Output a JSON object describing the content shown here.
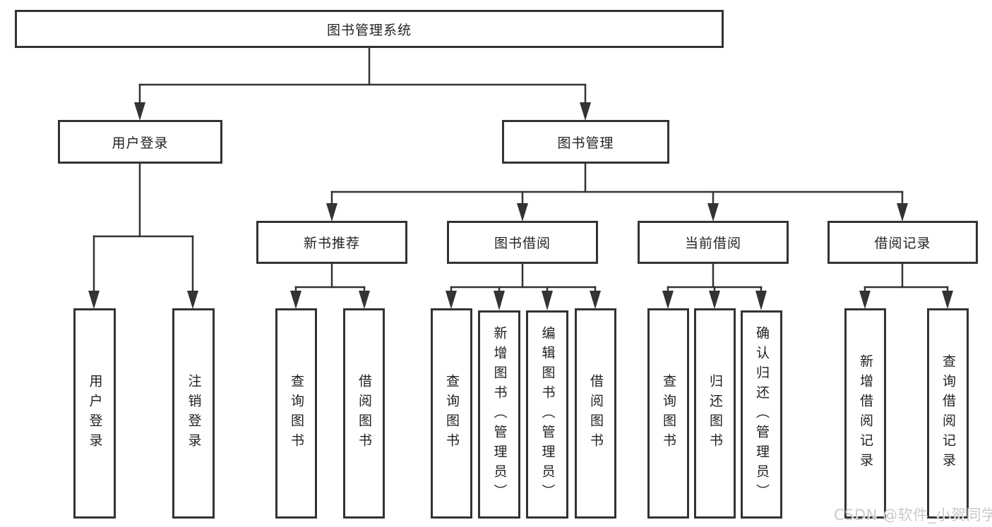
{
  "diagram_title": "图书管理系统",
  "tree": {
    "label": "图书管理系统",
    "children": [
      {
        "label": "用户登录",
        "children": [
          {
            "label": "用户登录"
          },
          {
            "label": "注销登录"
          }
        ]
      },
      {
        "label": "图书管理",
        "children": [
          {
            "label": "新书推荐",
            "children": [
              {
                "label": "查询图书"
              },
              {
                "label": "借阅图书"
              }
            ]
          },
          {
            "label": "图书借阅",
            "children": [
              {
                "label": "查询图书"
              },
              {
                "label": "新增图书（管理员）"
              },
              {
                "label": "编辑图书（管理员）"
              },
              {
                "label": "借阅图书"
              }
            ]
          },
          {
            "label": "当前借阅",
            "children": [
              {
                "label": "查询图书"
              },
              {
                "label": "归还图书"
              },
              {
                "label": "确认归还（管理员）"
              }
            ]
          },
          {
            "label": "借阅记录",
            "children": [
              {
                "label": "新增借阅记录"
              },
              {
                "label": "查询借阅记录"
              }
            ]
          }
        ]
      }
    ]
  },
  "watermark": {
    "text": "CSDN @软件_小贺同学"
  },
  "colors": {
    "line": "#333333",
    "box_border": "#333333",
    "box_fill": "#ffffff",
    "text": "#222222",
    "background": "#ffffff",
    "watermark_text": "#c6c6c6"
  }
}
